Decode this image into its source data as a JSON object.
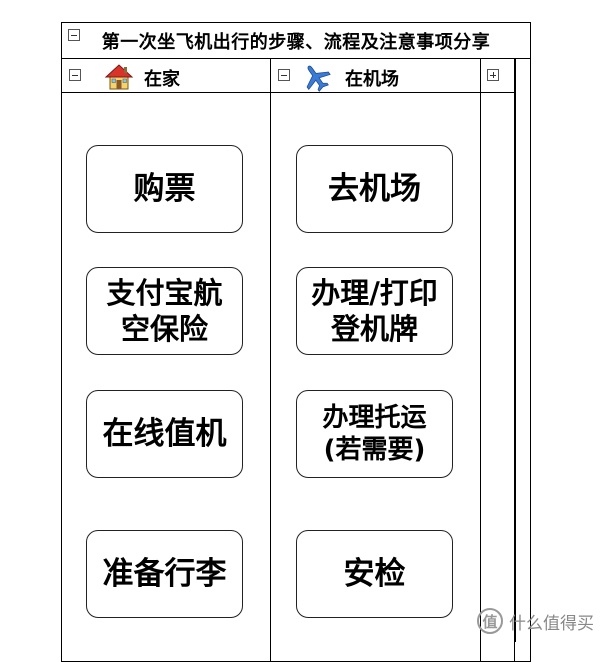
{
  "title": "第一次坐飞机出行的步骤、流程及注意事项分享",
  "lanes": [
    {
      "label": "在家",
      "icon": "house-icon",
      "steps": [
        "购票",
        "支付宝航空保险",
        "在线值机",
        "准备行李"
      ]
    },
    {
      "label": "在机场",
      "icon": "airplane-icon",
      "steps": [
        "去机场",
        "办理/打印登机牌",
        "办理托运(若需要)",
        "安检"
      ]
    }
  ],
  "watermark": {
    "text": "什么值得买",
    "icon": "zhi-logo-icon"
  },
  "colors": {
    "border": "#000000",
    "house_roof": "#d9342b",
    "house_wall": "#f6d36b",
    "airplane": "#3a7bd5"
  }
}
